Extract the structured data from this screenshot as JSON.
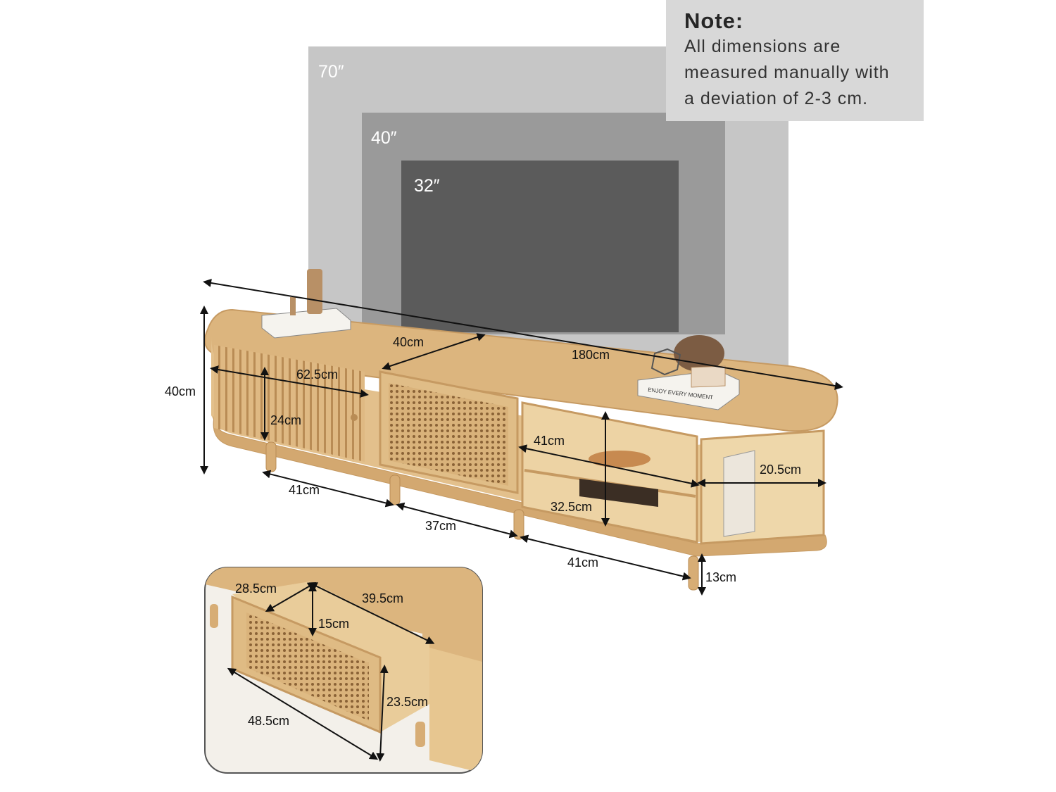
{
  "note": {
    "title": "Note:",
    "lines": [
      "All dimensions are",
      "measured manually with",
      "a deviation of 2-3 cm."
    ]
  },
  "tv_sizes": {
    "large": "70″",
    "medium": "40″",
    "small": "32″"
  },
  "dimensions": {
    "total_length": "180cm",
    "height": "40cm",
    "depth": "40cm",
    "door_width": "62.5cm",
    "door_height": "24cm",
    "shelf_width": "41cm",
    "shelf_height": "32.5cm",
    "end_shelf_width": "20.5cm",
    "leg_gap_left": "41cm",
    "leg_gap_middle": "37cm",
    "leg_gap_right": "41cm",
    "leg_height": "13cm"
  },
  "drawer_dimensions": {
    "depth": "28.5cm",
    "width_inner": "39.5cm",
    "inner_height": "15cm",
    "front_height": "23.5cm",
    "front_width": "48.5cm"
  },
  "decor_text": {
    "book_right": "ENJOY EVERY MOMENT"
  },
  "colors": {
    "tv_70": "#c6c6c6",
    "tv_40": "#9a9a9a",
    "tv_32": "#5b5b5b",
    "note_bg": "#d8d8d8",
    "wood": "#dcb57e",
    "wood_dark": "#c69a62"
  }
}
